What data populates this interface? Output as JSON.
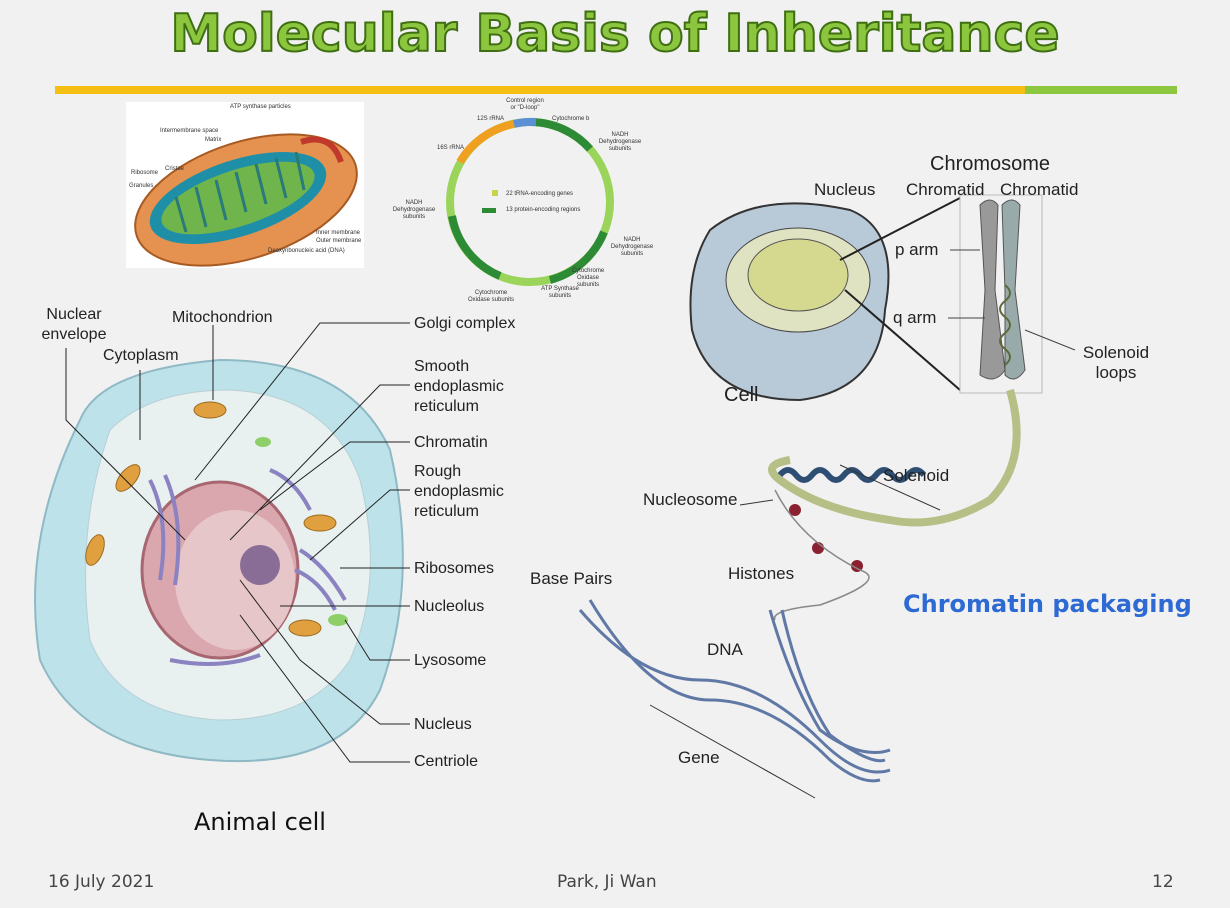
{
  "slide": {
    "title": "Molecular Basis of Inheritance",
    "footer": {
      "date": "16 July 2021",
      "author": "Park, Ji Wan",
      "page": "12"
    }
  },
  "colors": {
    "title_fill": "#8cc63f",
    "title_stroke": "#3f6f12",
    "rule_yellow": "#f5be12",
    "rule_green": "#8dc63f",
    "chromatin_caption": "#2d6ad3"
  },
  "mitochondrion": {
    "labels": [
      "ATP synthase particles",
      "Intermembrane space",
      "Matrix",
      "Cristae",
      "Ribosome",
      "Granules",
      "Inner membrane",
      "Outer membrane",
      "Deoxyribonucleic acid (DNA)"
    ]
  },
  "mtdna_map": {
    "labels": [
      "Control region or \"D-loop\"",
      "12S rRNA",
      "16S rRNA",
      "Cytochrome b",
      "NADH Dehydrogenase subunits",
      "NADH Dehydrogenase subunits",
      "NADH Dehydrogenase subunits",
      "Cytochrome Oxidase subunits",
      "ATP Synthase subunits",
      "Cytochrome Oxidase subunits"
    ],
    "legend": [
      "22 tRNA-encoding genes",
      "13 protein-encoding regions"
    ]
  },
  "animal_cell": {
    "caption": "Animal cell",
    "labels_left": [
      "Nuclear envelope",
      "Cytoplasm",
      "Mitochondrion"
    ],
    "labels_right": [
      "Golgi complex",
      "Smooth endoplasmic reticulum",
      "Chromatin",
      "Rough endoplasmic reticulum",
      "Ribosomes",
      "Nucleolus",
      "Lysosome",
      "Nucleus",
      "Centriole"
    ]
  },
  "chromosome": {
    "labels": [
      "Chromosome",
      "Nucleus",
      "Chromatid",
      "Chromatid",
      "p arm",
      "q arm",
      "Solenoid loops",
      "Cell"
    ]
  },
  "packaging": {
    "caption": "Chromatin packaging",
    "labels": [
      "Solenoid",
      "Nucleosome",
      "Histones",
      "Base Pairs",
      "DNA",
      "Gene"
    ]
  }
}
